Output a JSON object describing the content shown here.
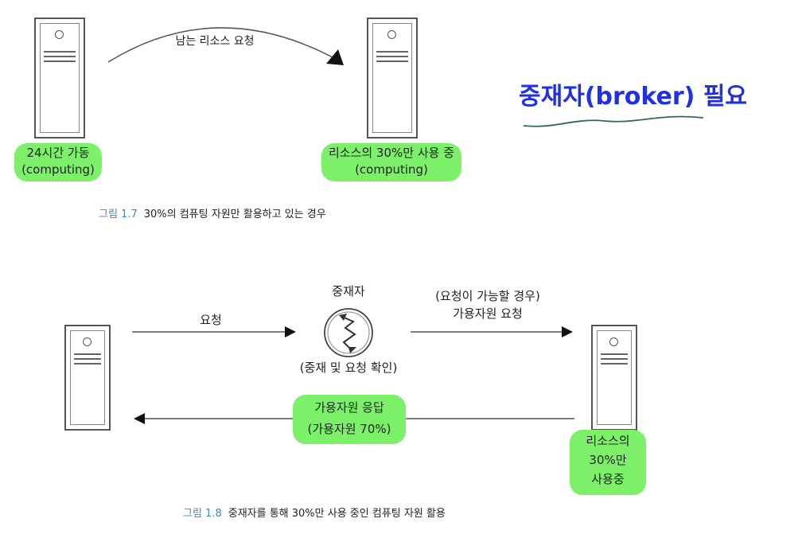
{
  "fig1": {
    "arrow_label": "남는 리소스 요청",
    "left_label_1": "24시간 가동",
    "left_label_2": "(computing)",
    "right_label_1": "리소스의 30%만 사용 중",
    "right_label_2": "(computing)",
    "caption_num": "그림 1.7",
    "caption_text": "30%의 컴퓨팅 자원만 활용하고 있는 경우"
  },
  "note": {
    "text": "중재자(broker) 필요",
    "color": "#1f31e0",
    "underline_color": "#2f6b4f"
  },
  "fig2": {
    "broker_title": "중재자",
    "broker_sub": "(중재 및 요청 확인)",
    "request_label": "요청",
    "forward_label_1": "(요청이 가능할 경우)",
    "forward_label_2": "가용자원 요청",
    "response_label_1": "가용자원 응답",
    "response_label_2": "(가용자원 70%)",
    "right_label_1": "리소스의",
    "right_label_2": "30%만",
    "right_label_3": "사용중",
    "caption_num": "그림 1.8",
    "caption_text": "중재자를 통해 30%만 사용 중인 컴퓨팅 자원 활용"
  },
  "highlight_color": "#7df06a",
  "caption_num_color": "#4a83b5"
}
